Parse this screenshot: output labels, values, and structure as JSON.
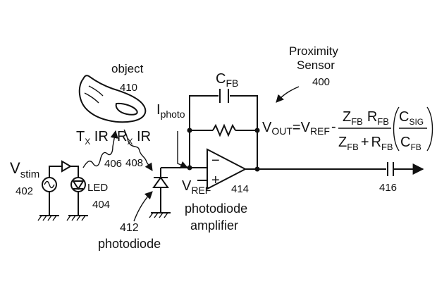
{
  "title": {
    "line1": "Proximity",
    "line2": "Sensor",
    "ref": "400"
  },
  "object": {
    "label": "object",
    "ref": "410"
  },
  "source": {
    "main": "V",
    "sub": "stim",
    "ref": "402"
  },
  "led": {
    "label": "LED",
    "ref": "404"
  },
  "tx": {
    "main": "T",
    "sub": "X",
    "tail": " IR",
    "ref": "406"
  },
  "rx": {
    "main": "R",
    "sub": "X",
    "tail": " IR",
    "ref": "408"
  },
  "photodiode": {
    "ref": "412",
    "label": "photodiode"
  },
  "iphoto": {
    "main": "I",
    "sub": "photo"
  },
  "cfb": {
    "main": "C",
    "sub": "FB"
  },
  "vref": {
    "main": "V",
    "sub": "REF"
  },
  "amp": {
    "ref": "414",
    "line1": "photodiode",
    "line2": "amplifier",
    "minus": "−",
    "plus": "+"
  },
  "output": {
    "ref": "416"
  },
  "equation": {
    "vout_main": "V",
    "vout_sub": "OUT",
    "eq": "=",
    "vref_main": "V",
    "vref_sub": "REF",
    "minus": "-",
    "zfb_main": "Z",
    "zfb_sub": "FB",
    "rfb_main": "R",
    "rfb_sub": "FB",
    "plus": "+",
    "csig_main": "C",
    "csig_sub": "SIG",
    "cfb_main": "C",
    "cfb_sub": "FB"
  },
  "icons": [
    "ac-source-icon",
    "led-icon",
    "photodiode-icon",
    "resistor-icon",
    "capacitor-icon",
    "op-amp-icon",
    "ground-icon",
    "finger-icon",
    "arrow-icon"
  ]
}
